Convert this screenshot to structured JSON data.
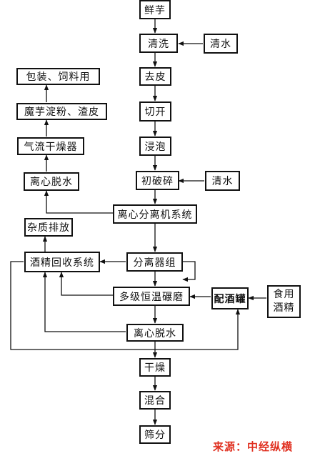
{
  "diagram": {
    "nodes": {
      "fresh_konjac": "鲜芋",
      "wash": "清洗",
      "clean_water_1": "清水",
      "peel": "去皮",
      "cut": "切开",
      "soak": "浸泡",
      "crush": "初破碎",
      "clean_water_2": "清水",
      "centrifuge_system": "离心分离机系统",
      "separator_group": "分离器组",
      "multi_grinding": "多级恒温碾磨",
      "alcohol_tank": "配酒罐",
      "edible_alcohol_line1": "食用",
      "edible_alcohol_line2": "酒精",
      "centrifuge_dewater_bottom": "离心脱水",
      "dry": "干燥",
      "mix": "混合",
      "sieve": "筛分",
      "alcohol_recovery": "酒精回收系统",
      "impurity_discharge": "杂质排放",
      "centrifuge_dewater_left": "离心脱水",
      "airflow_dryer": "气流干燥器",
      "konjac_starch": "魔芋淀粉、渣皮",
      "packaging": "包装、饲料用"
    }
  },
  "watermark": "来源：中经纵横"
}
